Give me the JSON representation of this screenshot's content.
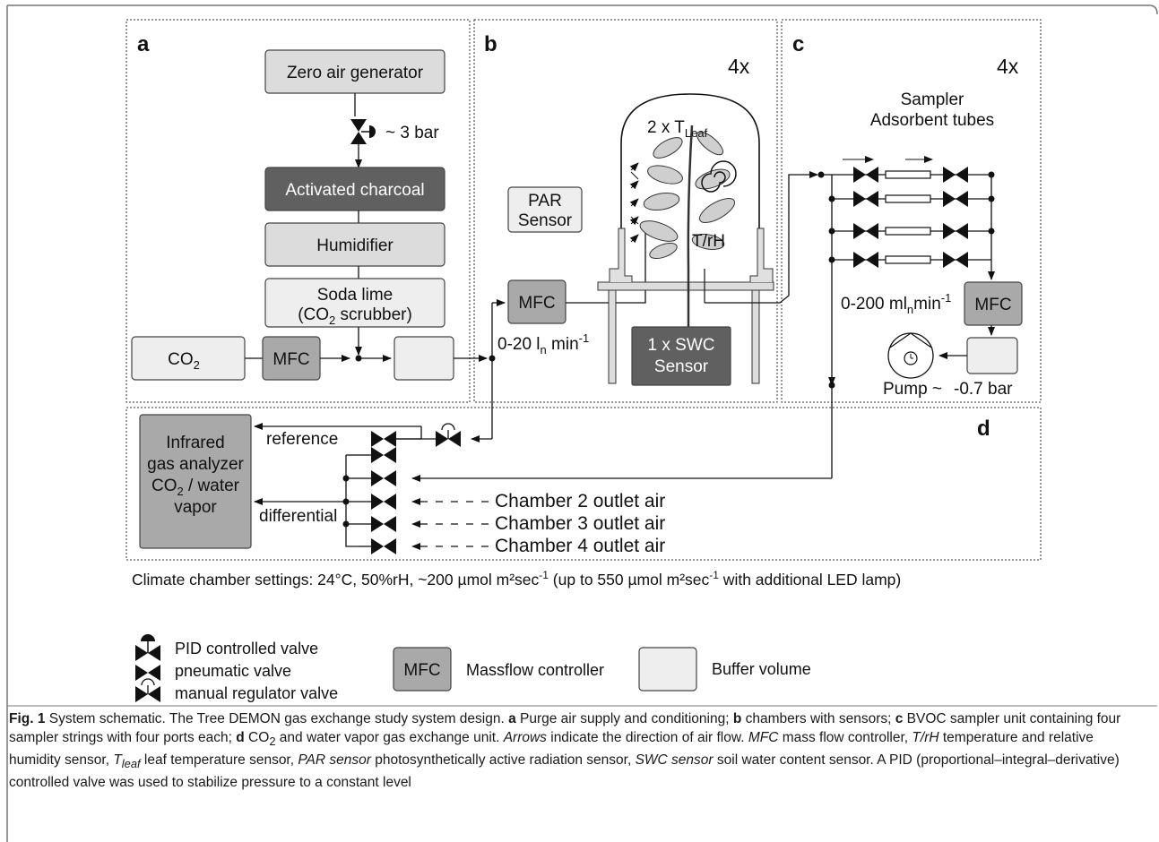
{
  "panels": {
    "a": {
      "letter": "a"
    },
    "b": {
      "letter": "b",
      "multiplier": "4x"
    },
    "c": {
      "letter": "c",
      "multiplier": "4x"
    },
    "d": {
      "letter": "d"
    }
  },
  "boxes": {
    "zero_air": "Zero air generator",
    "charcoal": "Activated charcoal",
    "humidifier": "Humidifier",
    "soda_lime_1": "Soda lime",
    "soda_lime_2": "(CO",
    "soda_lime_2_sub": "2",
    "soda_lime_2_end": " scrubber)",
    "co2": "CO",
    "co2_sub": "2",
    "mfc": "MFC",
    "par_1": "PAR",
    "par_2": "Sensor",
    "swc_1": "1 x SWC",
    "swc_2": "Sensor",
    "irga_1": "Infrared",
    "irga_2": "gas analyzer",
    "irga_3": "CO",
    "irga_3_sub": "2",
    "irga_3_end": " / water",
    "irga_4": "vapor"
  },
  "labels": {
    "bar3": "~ 3 bar",
    "tleaf": "2 x T",
    "tleaf_sub": "Leaf",
    "trh": "T/rH",
    "flow_b": "0-20 l",
    "flow_b_sub": "n",
    "flow_b_end": " min",
    "flow_b_sup": "-1",
    "sampler_1": "Sampler",
    "sampler_2": "Adsorbent tubes",
    "flow_c": "0-200 ml",
    "flow_c_sub": "n",
    "flow_c_end": "min",
    "flow_c_sup": "-1",
    "pump": "Pump ~",
    "pressure": "-0.7 bar",
    "reference": "reference",
    "differential": "differential",
    "ch2": "Chamber 2 outlet air",
    "ch3": "Chamber 3 outlet air",
    "ch4": "Chamber 4 outlet air"
  },
  "settings": {
    "text_1": "Climate chamber settings: 24°C, 50%rH, ~200 µmol m²sec",
    "sup_1": "-1",
    "text_2": "  (up to 550 µmol m²sec",
    "sup_2": "-1",
    "text_3": " with additional LED lamp)"
  },
  "legend": {
    "pid": "PID controlled valve",
    "pneumatic": "pneumatic valve",
    "manual": "manual regulator valve",
    "mfc_box": "MFC",
    "mfc_label": "Massflow controller",
    "buffer_label": "Buffer volume"
  },
  "caption": {
    "fig": "Fig. 1",
    "s1": "  System schematic. The Tree DEMON gas exchange study system design. ",
    "a": "a",
    "s2": " Purge air supply and conditioning; ",
    "b": "b",
    "s3": " chambers with sensors; ",
    "c": "c",
    "s4": " BVOC sampler unit containing four sampler strings with four ports each; ",
    "d": "d",
    "s5": " CO",
    "s5_sub": "2",
    "s6": " and water vapor gas exchange unit. ",
    "arrows": "Arrows",
    "s7": " indicate the direction of air flow. ",
    "mfc": "MFC",
    "s8": " mass flow controller, ",
    "trh": "T/rH",
    "s9": " temperature and relative humidity sensor, ",
    "tleaf": "T",
    "tleaf_sub": "leaf",
    "s10": " leaf temperature sensor, ",
    "par": "PAR sensor",
    "s11": " photosynthetically active radiation sensor, ",
    "swc": "SWC sensor",
    "s12": " soil water content sensor. A PID (proportional–integral–derivative) controlled valve was used to stabilize pressure to a constant level"
  },
  "colors": {
    "box_light": "#dcdcdc",
    "box_lighter": "#eeeeee",
    "box_mid": "#a9a9a9",
    "box_dark": "#606060",
    "caption_rule": "#555555"
  }
}
